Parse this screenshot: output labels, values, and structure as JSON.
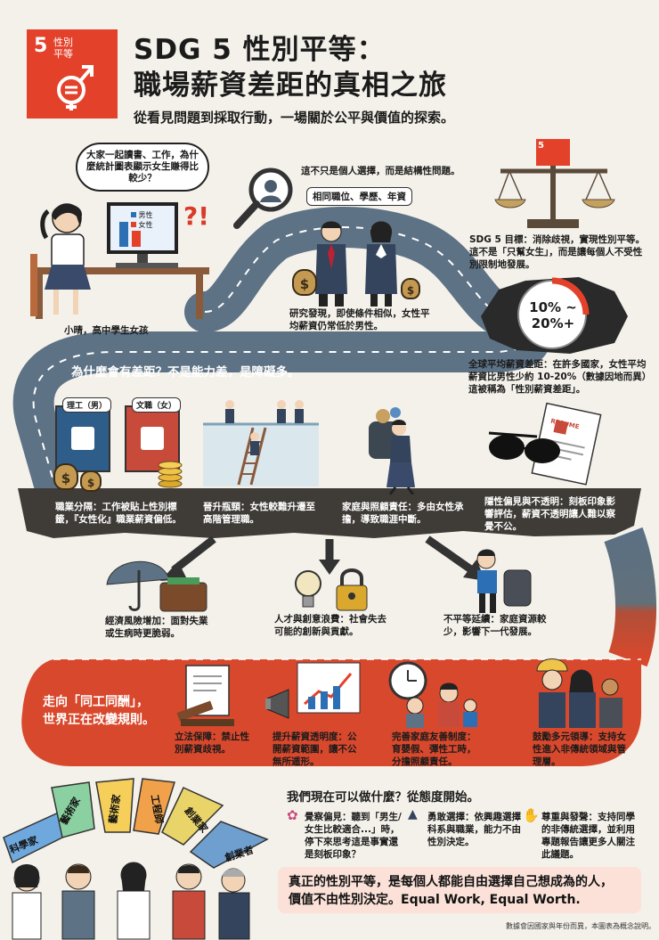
{
  "badge": {
    "number": "5",
    "label": "性別\n平等"
  },
  "title": {
    "line1": "SDG 5 性別平等：",
    "line2": "職場薪資差距的真相之旅"
  },
  "subtitle": "從看見問題到採取行動，一場關於公平與價值的探索。",
  "intro": {
    "bubble": "大家一起讀書、工作，為什麼統計圖表顯示女生賺得比較少？",
    "chart_legend": [
      "男性",
      "女性"
    ],
    "exclaim": "?!",
    "caption": "小晴，高中學生女孩"
  },
  "structural": {
    "heading": "這不只是個人選擇，而是結構性問題。",
    "label": "相同職位、學歷、年資",
    "caption": "研究發現，即使條件相似，女性平均薪資仍常低於男性。"
  },
  "goal": {
    "badge_num": "5",
    "text": "SDG 5 目標：消除歧視，實現性別平等。這不是「只幫女生」，而是讓每個人不受性別限制地發展。"
  },
  "gap": {
    "value1": "10% ~",
    "value2": "20%+",
    "text": "全球平均薪資差距：在許多國家，女性平均薪資比男性少約 10-20%（數據因地而異）這被稱為「性別薪資差距」。"
  },
  "why_banner": "為什麼會有差距？不是能力差，是障礙多。",
  "doors": {
    "left": "理工（男）",
    "right": "文職（女）"
  },
  "resume_label": "RESUME",
  "causes": [
    "職業分隔：工作被貼上性別標籤，『女性化』職業薪資偏低。",
    "晉升瓶頸：女性較難升遷至高階管理職。",
    "家庭與照顧責任：多由女性承擔，導致職涯中斷。",
    "隱性偏見與不透明：刻板印象影響評估，薪資不透明讓人難以察覺不公。"
  ],
  "effects": [
    "經濟風險增加：面對失業或生病時更脆弱。",
    "人才與創意浪費：社會失去可能的創新與貢獻。",
    "不平等延續：家庭資源較少，影響下一代發展。"
  ],
  "change_banner": {
    "line1": "走向「同工同酬」，",
    "line2": "世界正在改變規則。"
  },
  "actions": [
    "立法保障：禁止性別薪資歧視。",
    "提升薪資透明度：公開薪資範圍，讓不公無所遁形。",
    "完善家庭友善制度：育嬰假、彈性工時，分擔照顧責任。",
    "鼓勵多元領導：支持女性進入非傳統領域與管理層。"
  ],
  "attitude": {
    "heading": "我們現在可以做什麼？從態度開始。",
    "items": [
      "覺察偏見：聽到「男生/女生比較適合...」時，停下來思考這是事實還是刻板印象？",
      "勇敢選擇：依興趣選擇科系與職業，能力不由性別決定。",
      "尊重與發聲：支持同學的非傳統選擇，並利用專題報告讓更多人關注此議題。"
    ]
  },
  "careers": [
    "科學家",
    "藝術家",
    "藝術家",
    "工程師",
    "創業家",
    "創業者"
  ],
  "final": {
    "line1": "真正的性別平等，是每個人都能自由選擇自己想成為的人，",
    "line2": "價值不由性別決定。Equal Work, Equal Worth."
  },
  "footnote": "數據會因國家與年份而異，本圖表為概念說明。",
  "colors": {
    "accent": "#e4412b",
    "road": "#5d7285",
    "road_dark": "#4a5c6e",
    "banner_red": "#d8482c"
  }
}
